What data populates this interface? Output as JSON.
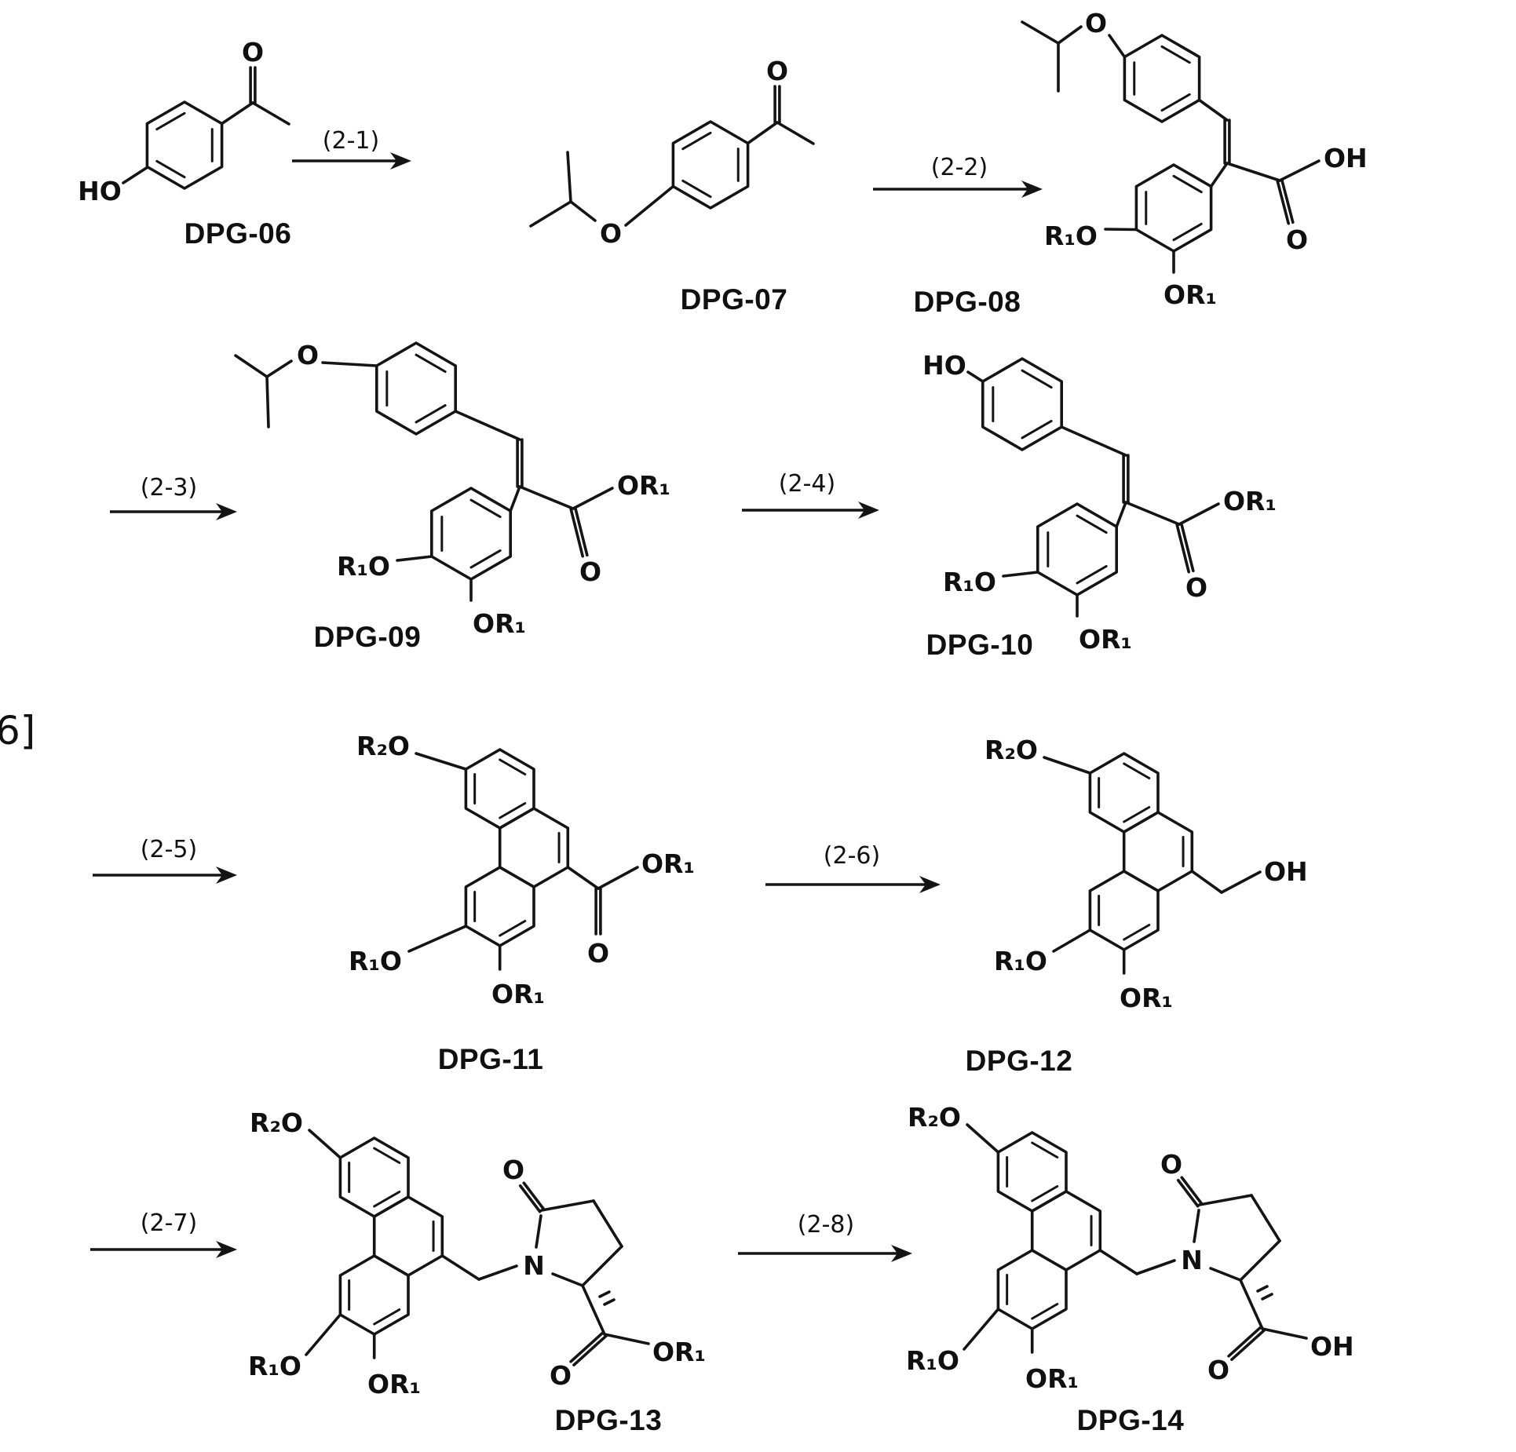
{
  "figure": {
    "background": "#ffffff",
    "ink": "#141414"
  },
  "margin_note": "6]",
  "steps": {
    "s21": "(2-1)",
    "s22": "(2-2)",
    "s23": "(2-3)",
    "s24": "(2-4)",
    "s25": "(2-5)",
    "s26": "(2-6)",
    "s27": "(2-7)",
    "s28": "(2-8)"
  },
  "labels": {
    "dpg06": "DPG-06",
    "dpg07": "DPG-07",
    "dpg08": "DPG-08",
    "dpg09": "DPG-09",
    "dpg10": "DPG-10",
    "dpg11": "DPG-11",
    "dpg12": "DPG-12",
    "dpg13": "DPG-13",
    "dpg14": "DPG-14"
  },
  "atoms": {
    "o": "O",
    "ho": "HO",
    "oh": "OH",
    "n": "N",
    "r1o": "R₁O",
    "or1": "OR₁",
    "r2o": "R₂O"
  }
}
